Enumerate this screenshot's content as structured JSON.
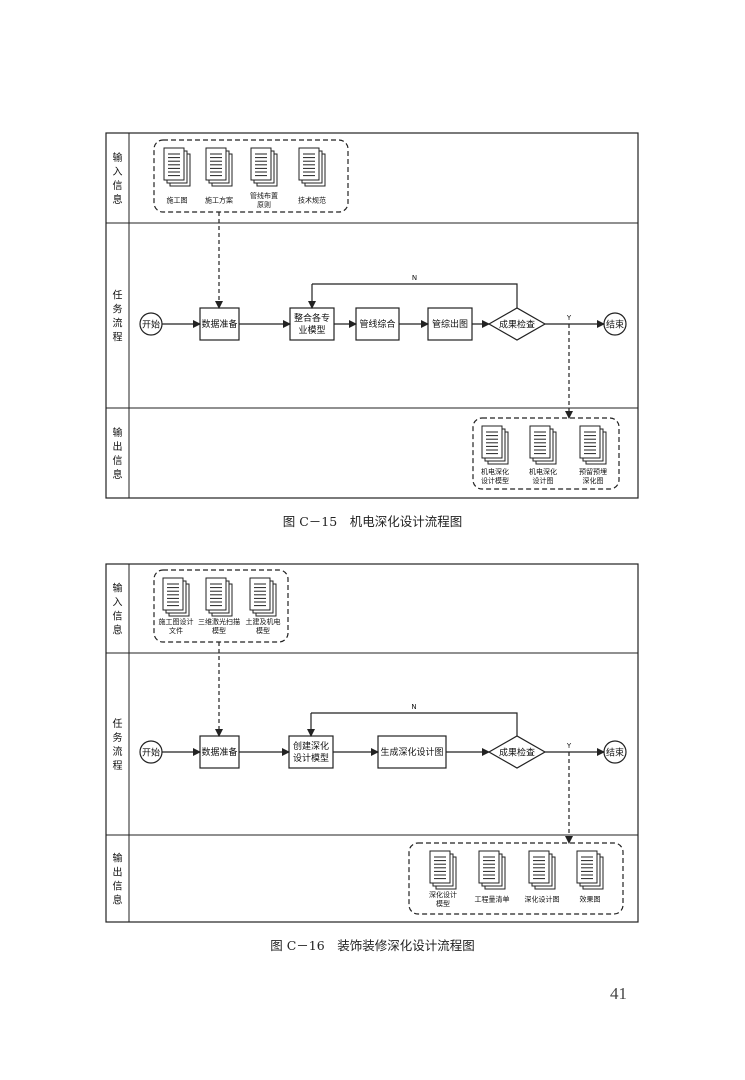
{
  "figures": [
    {
      "caption": "图 C－15　机电深化设计流程图",
      "lanes": [
        "输入信息",
        "任务流程",
        "输出信息"
      ],
      "inputs": [
        [
          "施工图"
        ],
        [
          "施工方案"
        ],
        [
          "管线布置",
          "原则"
        ],
        [
          "技术规范"
        ]
      ],
      "start": "开始",
      "end": "结束",
      "steps": [
        [
          "数据准备"
        ],
        [
          "整合各专",
          "业模型"
        ],
        [
          "管线综合"
        ],
        [
          "管综出图"
        ]
      ],
      "decision": "成果检查",
      "loop_label": "N",
      "yes_label": "Y",
      "outputs": [
        [
          "机电深化",
          "设计模型"
        ],
        [
          "机电深化",
          "设计图"
        ],
        [
          "预留预埋",
          "深化图"
        ]
      ]
    },
    {
      "caption": "图 C－16　装饰装修深化设计流程图",
      "lanes": [
        "输入信息",
        "任务流程",
        "输出信息"
      ],
      "inputs": [
        [
          "施工图设计",
          "文件"
        ],
        [
          "三维激光扫描",
          "模型"
        ],
        [
          "土建及机电",
          "模型"
        ]
      ],
      "start": "开始",
      "end": "结束",
      "steps": [
        [
          "数据准备"
        ],
        [
          "创建深化",
          "设计模型"
        ],
        [
          "生成深化设计图"
        ]
      ],
      "decision": "成果检查",
      "loop_label": "N",
      "yes_label": "Y",
      "outputs": [
        [
          "深化设计",
          "模型"
        ],
        [
          "工程量清单"
        ],
        [
          "深化设计图"
        ],
        [
          "效果图"
        ]
      ]
    }
  ],
  "page_number": "41"
}
